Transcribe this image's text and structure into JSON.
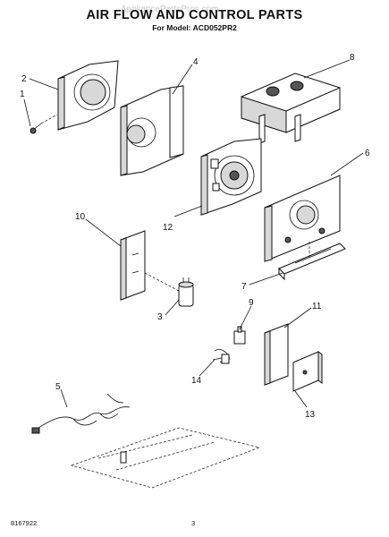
{
  "header": {
    "title": "AIR FLOW AND CONTROL PARTS",
    "subtitle": "For Model: ACD052PR2",
    "watermark": "AppliancePartsPros.com"
  },
  "callouts": [
    "1",
    "2",
    "3",
    "4",
    "5",
    "6",
    "7",
    "8",
    "9",
    "10",
    "11",
    "12",
    "13",
    "14"
  ],
  "footer": {
    "doc_number": "8167922",
    "page_number": "3"
  }
}
